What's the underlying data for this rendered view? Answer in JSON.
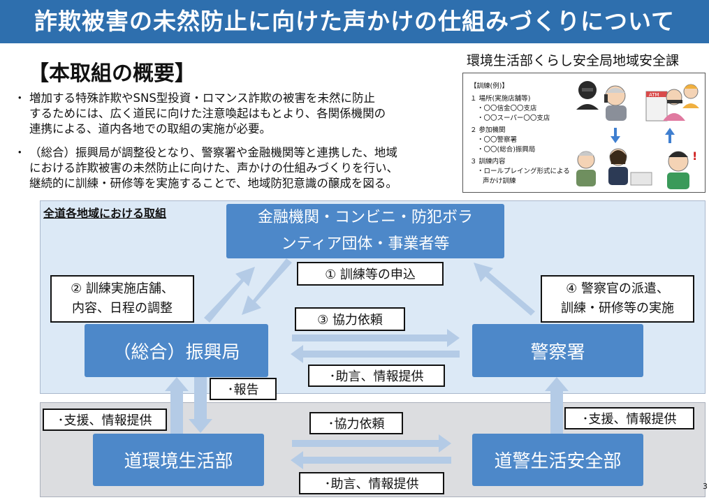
{
  "header": {
    "title": "詐欺被害の未然防止に向けた声かけの仕組みづくりについて"
  },
  "department": "環境生活部くらし安全局地域安全課",
  "overview": {
    "heading": "【本取組の概要】",
    "bullets": [
      {
        "marker": "・",
        "lines": [
          "増加する特殊詐欺やSNS型投資・ロマンス詐欺の被害を未然に防止",
          "するためには、広く道民に向けた注意喚起はもとより、各関係機関の",
          "連携による、道内各地での取組の実施が必要。"
        ]
      },
      {
        "marker": "・",
        "lines": [
          "（総合）振興局が調整役となり、警察署や金融機関等と連携した、地域",
          "における詐欺被害の未然防止に向けた、声かけの仕組みづくりを行い、",
          "継続的に訓練・研修等を実施することで、地域防犯意識の醸成を図る。"
        ]
      }
    ]
  },
  "training_example": {
    "lines": [
      "【訓練(例)】",
      "１ 場所(実施店舗等)",
      "・〇〇信金〇〇支店",
      "・〇〇スーパー〇〇支店",
      "２ 参加機関",
      "・〇〇警察署",
      "・〇〇(総合)振興局",
      "３ 訓練内容",
      "・ロールプレイング形式による",
      "声かけ訓練"
    ],
    "atm_sign": "ATM"
  },
  "diagram": {
    "region_label": "全道各地域における取組",
    "nodes": {
      "finance_line1": "金融機関・コンビニ・防犯ボラ",
      "finance_line2": "ンティア団体・事業者等",
      "bureau": "（総合）振興局",
      "police_station": "警察署",
      "env_dept": "道環境生活部",
      "police_hq": "道警生活安全部"
    },
    "labels": {
      "apply": "① 訓練等の申込",
      "adjust_line1": "② 訓練実施店舗、",
      "adjust_line2": "内容、日程の調整",
      "cooperation": "③ 協力依頼",
      "dispatch_line1": "④ 警察官の派遣、",
      "dispatch_line2": "訓練・研修等の実施",
      "advice_top": "･助言、情報提供",
      "report": "･報告",
      "support_left": "･支援、情報提供",
      "support_right": "･支援、情報提供",
      "cooperation_bottom": "･協力依頼",
      "advice_bottom": "･助言、情報提供"
    }
  },
  "page_number": "3",
  "colors": {
    "banner": "#2e6fae",
    "node": "#4d88c9",
    "region_top": "#dce9f6",
    "region_bottom": "#dcdde0",
    "arrow": "#b4cbe6"
  }
}
